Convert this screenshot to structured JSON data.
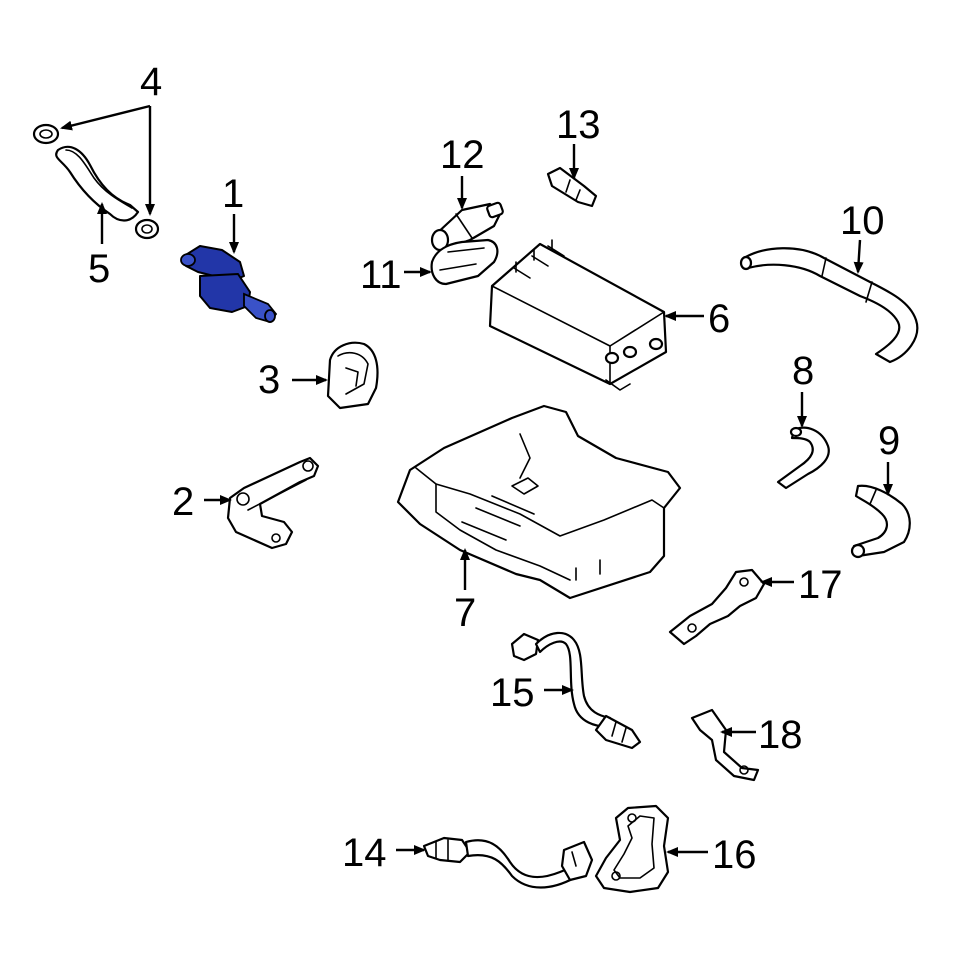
{
  "callouts": {
    "c1": "1",
    "c2": "2",
    "c3": "3",
    "c4": "4",
    "c5": "5",
    "c6": "6",
    "c7": "7",
    "c8": "8",
    "c9": "9",
    "c10": "10",
    "c11": "11",
    "c12": "12",
    "c13": "13",
    "c14": "14",
    "c15": "15",
    "c16": "16",
    "c17": "17",
    "c18": "18"
  },
  "colors": {
    "highlight": "#2236a8",
    "line": "#000000",
    "background": "#ffffff"
  }
}
